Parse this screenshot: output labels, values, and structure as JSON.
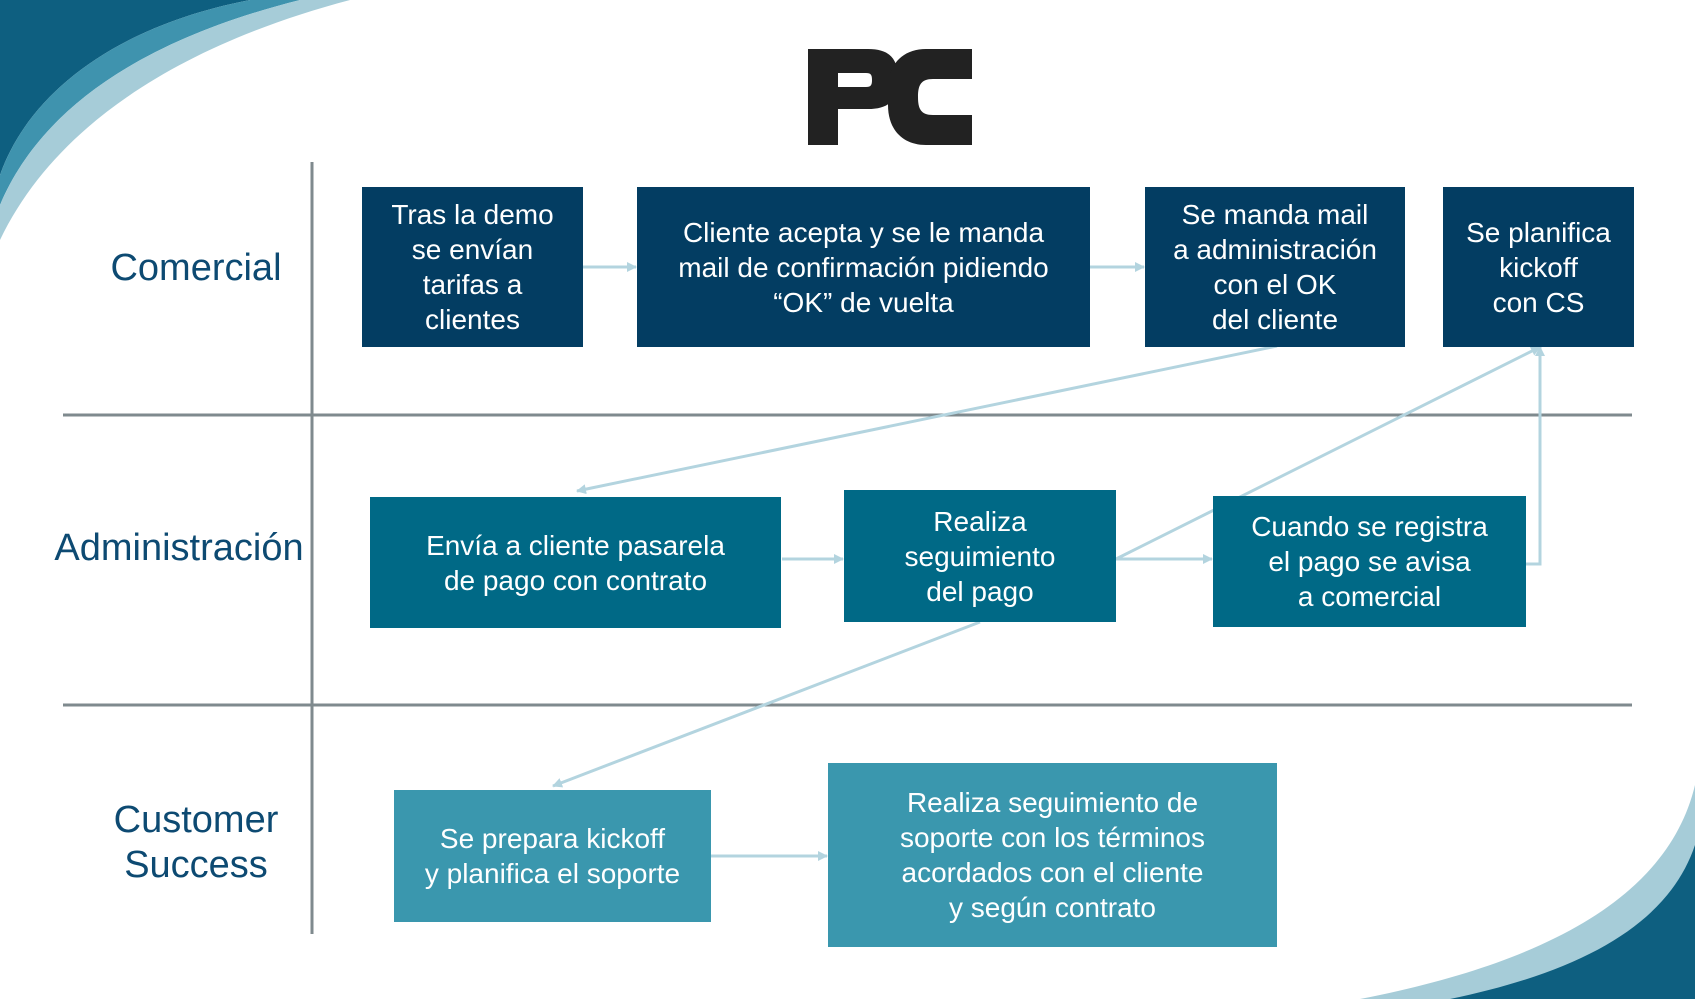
{
  "logo": {
    "name": "pc-logo",
    "color": "#222222"
  },
  "colors": {
    "commercial_box": "#033d62",
    "admin_box": "#006986",
    "cs_box": "#3a97ae",
    "lane_label": "#0d4a72",
    "arrow": "#b3d4df",
    "divider": "#7f8a8e",
    "decor_dark": "#0e5f80",
    "decor_light": "#a6ccd8"
  },
  "lanes": [
    {
      "id": "comercial",
      "label": "Comercial"
    },
    {
      "id": "administracion",
      "label": "Administración"
    },
    {
      "id": "customer-success",
      "label": "Customer\nSuccess"
    }
  ],
  "steps": {
    "tarifas": "Tras la demo\nse envían\ntarifas a\nclientes",
    "confirmacion": "Cliente acepta y se le manda\nmail de confirmación pidiendo\n“OK” de vuelta",
    "mail_admin": "Se manda mail\na administración\ncon el OK\ndel cliente",
    "kickoff_cs": "Se planifica\nkickoff\ncon CS",
    "pasarela": "Envía a cliente pasarela\nde pago con contrato",
    "seguimiento_pago": "Realiza\nseguimiento\ndel pago",
    "registro_pago": "Cuando se registra\nel pago se avisa\na comercial",
    "prepara_kickoff": "Se prepara kickoff\ny planifica el soporte",
    "seguimiento_soporte": "Realiza seguimiento de\nsoporte con los términos\nacordados con el cliente\ny según contrato"
  }
}
